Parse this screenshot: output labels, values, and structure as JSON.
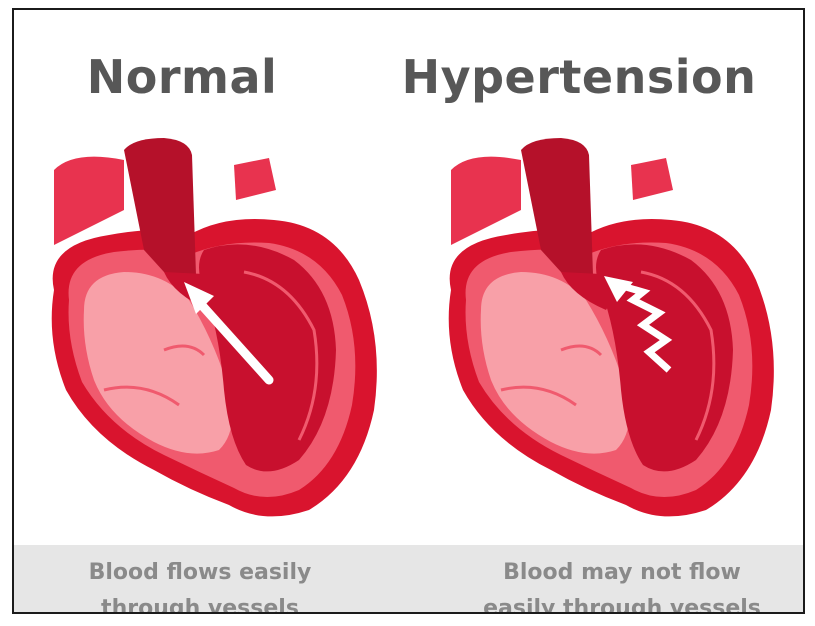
{
  "panels": [
    {
      "title": "Normal",
      "caption_line1": "Blood flows easily",
      "caption_line2": "through vessels"
    },
    {
      "title": "Hypertension",
      "caption_line1": "Blood may not flow",
      "caption_line2": "easily through vessels"
    }
  ],
  "colors": {
    "title_text": "#575757",
    "caption_text": "#8a8a8a",
    "caption_bar": "#e6e6e6",
    "heart_outer": "#d9142e",
    "heart_wall": "#f05a6e",
    "heart_inner": "#c8102e",
    "aorta_dark": "#b5112a",
    "vessel_light": "#e8334f",
    "chamber_pink": "#f8a0a8",
    "arrow": "#ffffff"
  }
}
